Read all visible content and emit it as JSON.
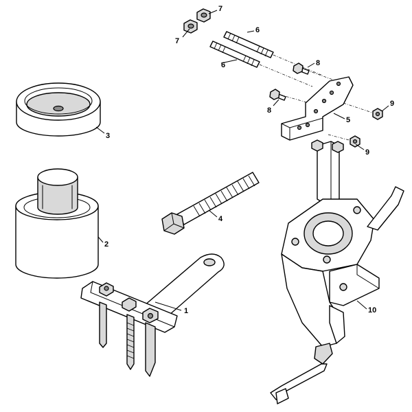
{
  "callouts": {
    "c1": "1",
    "c2": "2",
    "c3": "3",
    "c4": "4",
    "c5": "5",
    "c6a": "6",
    "c6b": "6",
    "c7a": "7",
    "c7b": "7",
    "c8a": "8",
    "c8b": "8",
    "c9a": "9",
    "c9b": "9",
    "c10": "10"
  }
}
